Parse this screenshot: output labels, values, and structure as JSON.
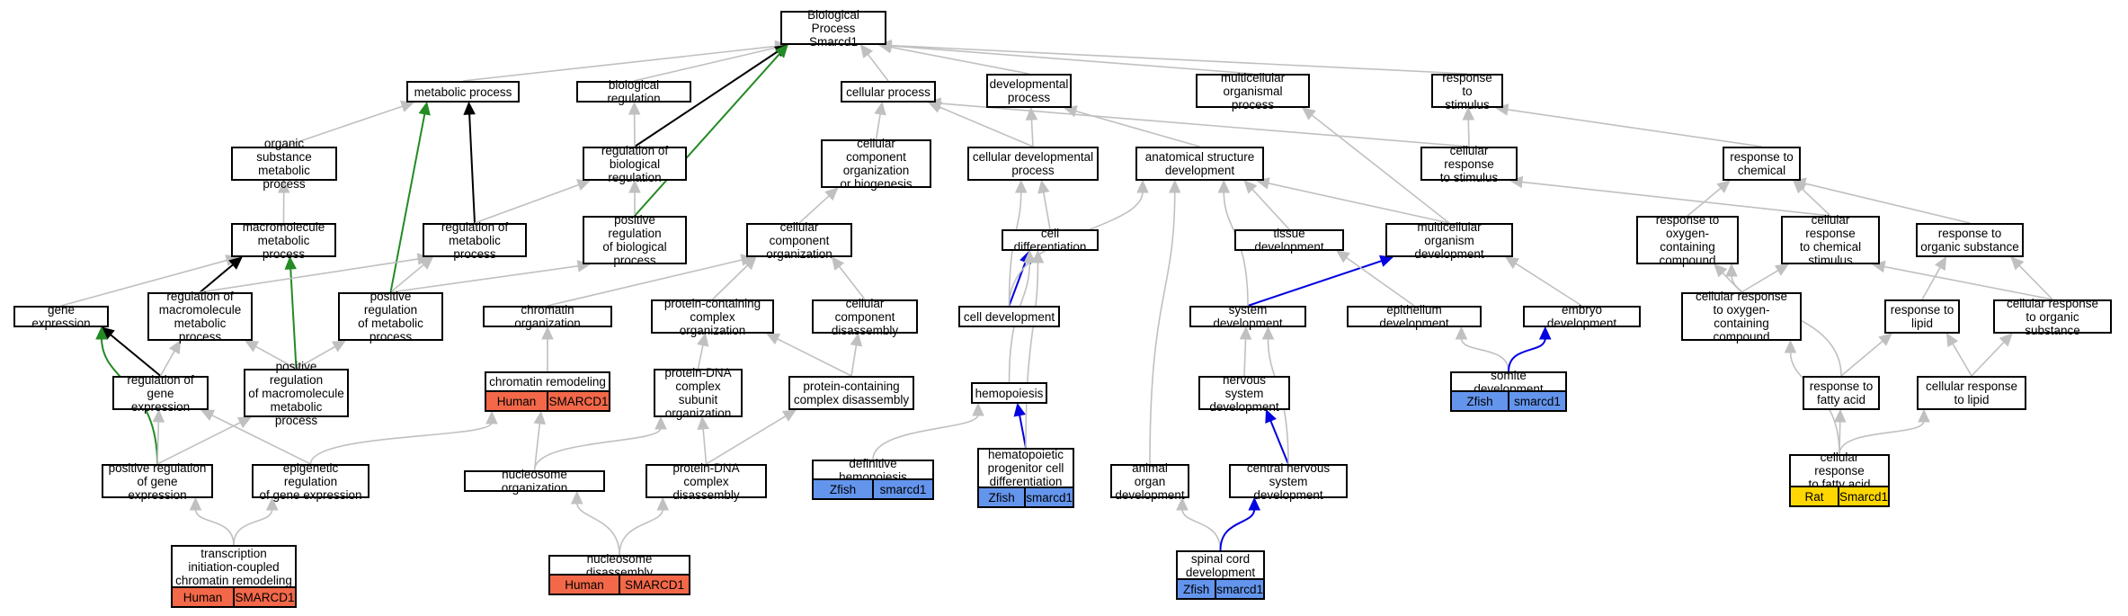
{
  "colors": {
    "gray": "#c0c0c0",
    "black": "#000000",
    "green": "#238b23",
    "blue": "#0000e0",
    "human": "#f26849",
    "zfish": "#6495ed",
    "rat": "#ffd700"
  },
  "nodes": {
    "bp": "Biological Process\nSmarcd1",
    "metabolic": "metabolic process",
    "bioreg": "biological regulation",
    "cellular": "cellular process",
    "developmental": "developmental\nprocess",
    "multicellular": "multicellular\norganismal process",
    "resp_stimulus": "response to\nstimulus",
    "organic_sub": "organic substance\nmetabolic process",
    "reg_bio": "regulation of\nbiological regulation",
    "ccobiog": "cellular component\norganization\nor biogenesis",
    "cell_dev_proc": "cellular developmental\nprocess",
    "anat_struct": "anatomical structure\ndevelopment",
    "cell_resp_stim": "cellular response\nto stimulus",
    "resp_chemical": "response to\nchemical",
    "macromol": "macromolecule\nmetabolic process",
    "reg_metab": "regulation of\nmetabolic process",
    "pos_reg_bio": "positive regulation\nof biological\nprocess",
    "cc_org": "cellular component\norganization",
    "cell_diff": "cell differentiation",
    "tissue_dev": "tissue development",
    "multi_org_dev": "multicellular\norganism development",
    "resp_oxy": "response to\noxygen-containing\ncompound",
    "cell_resp_chem": "cellular response\nto chemical\nstimulus",
    "resp_org_sub": "response to\norganic substance",
    "gene_expr": "gene expression",
    "reg_macro": "regulation of\nmacromolecule\nmetabolic process",
    "pos_reg_metab": "positive regulation\nof metabolic\nprocess",
    "chrom_org": "chromatin organization",
    "prot_cc_org": "protein-containing\ncomplex organization",
    "cc_disassembly": "cellular component\ndisassembly",
    "cell_development": "cell development",
    "system_dev": "system development",
    "epith_dev": "epithelium development",
    "embryo_dev": "embryo development",
    "cell_resp_oxy": "cellular response\nto oxygen-containing\ncompound",
    "resp_lipid": "response to\nlipid",
    "cell_resp_org": "cellular response\nto organic substance",
    "reg_gene_expr": "regulation of\ngene expression",
    "pos_reg_macro": "positive regulation\nof macromolecule\nmetabolic process",
    "chrom_remod": "chromatin remodeling",
    "prot_dna_sub": "protein-DNA\ncomplex subunit\norganization",
    "prot_disassembly": "protein-containing\ncomplex disassembly",
    "hemopoiesis": "hemopoiesis",
    "nervous_dev": "nervous system\ndevelopment",
    "somite_dev": "somite development",
    "resp_fatty": "response to\nfatty acid",
    "cell_resp_lipid": "cellular response\nto lipid",
    "pos_reg_gene": "positive regulation\nof gene expression",
    "epi_reg_gene": "epigenetic regulation\nof gene expression",
    "nucleosome_org": "nucleosome organization",
    "prot_dna_dis": "protein-DNA\ncomplex disassembly",
    "def_hemopoiesis": "definitive hemopoiesis",
    "hema_prog": "hematopoietic\nprogenitor cell\ndifferentiation",
    "animal_organ": "animal organ\ndevelopment",
    "cns_dev": "central nervous\nsystem development",
    "cell_resp_fatty": "cellular response\nto fatty acid",
    "trans_init": "transcription\ninitiation-coupled\nchromatin remodeling",
    "nucleosome_dis": "nucleosome disassembly",
    "spinal_cord": "spinal cord\ndevelopment"
  },
  "annotations": {
    "chrom_remod": {
      "species": "Human",
      "gene": "SMARCD1"
    },
    "somite_dev": {
      "species": "Zfish",
      "gene": "smarcd1"
    },
    "def_hemopoiesis": {
      "species": "Zfish",
      "gene": "smarcd1"
    },
    "hema_prog": {
      "species": "Zfish",
      "gene": "smarcd1"
    },
    "cell_resp_fatty": {
      "species": "Rat",
      "gene": "Smarcd1"
    },
    "trans_init": {
      "species": "Human",
      "gene": "SMARCD1"
    },
    "nucleosome_dis": {
      "species": "Human",
      "gene": "SMARCD1"
    },
    "spinal_cord": {
      "species": "Zfish",
      "gene": "smarcd1"
    }
  }
}
